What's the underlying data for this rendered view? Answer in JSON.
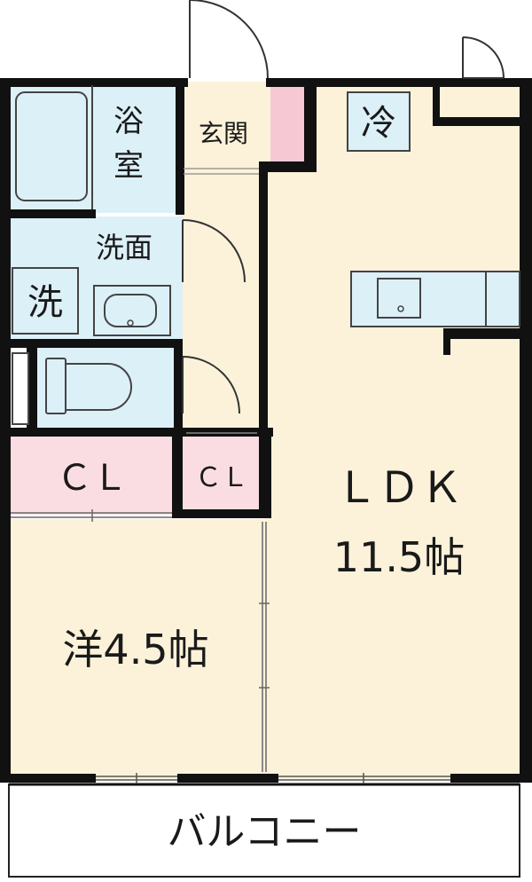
{
  "plan": {
    "rooms": {
      "bath": {
        "line1": "浴",
        "line2": "室"
      },
      "genkan": "玄関",
      "fridge": "冷",
      "senmen": "洗面",
      "washer": "洗",
      "cl_main": "ＣＬ",
      "cl_small": "ＣＬ",
      "ldk_name": "ＬＤＫ",
      "ldk_size": "11.5帖",
      "western": "洋4.5帖",
      "balcony": "バルコニー"
    }
  },
  "colors": {
    "floor": "#fbf2d9",
    "water": "#dcf0f8",
    "closet": "#fadde3",
    "entry_strip": "#f5c8d3",
    "wall": "#111111",
    "balcony": "#ffffff"
  }
}
